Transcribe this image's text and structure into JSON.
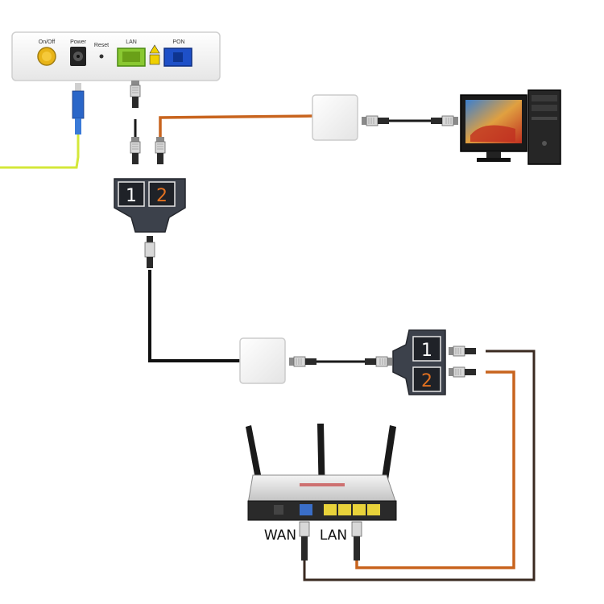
{
  "ont": {
    "port_labels": {
      "on_off": "On/Off",
      "power": "Power",
      "reset": "Reset",
      "lan": "LAN",
      "pon": "PON"
    }
  },
  "splitters": {
    "port_1": "1",
    "port_2": "2"
  },
  "router": {
    "wan_label": "WAN",
    "lan_label": "LAN"
  },
  "colors": {
    "fiber": "#d4e83a",
    "fiber_connector": "#2a66c8",
    "cable_orange": "#c8641e",
    "cable_black": "#1a1a1a",
    "cable_dark_brown": "#3a2a20",
    "splitter_body": "#3c414b",
    "port_2_text": "#e07020",
    "ont_lan_port": "#8ac832",
    "ont_pon_port": "#1e50c8"
  }
}
